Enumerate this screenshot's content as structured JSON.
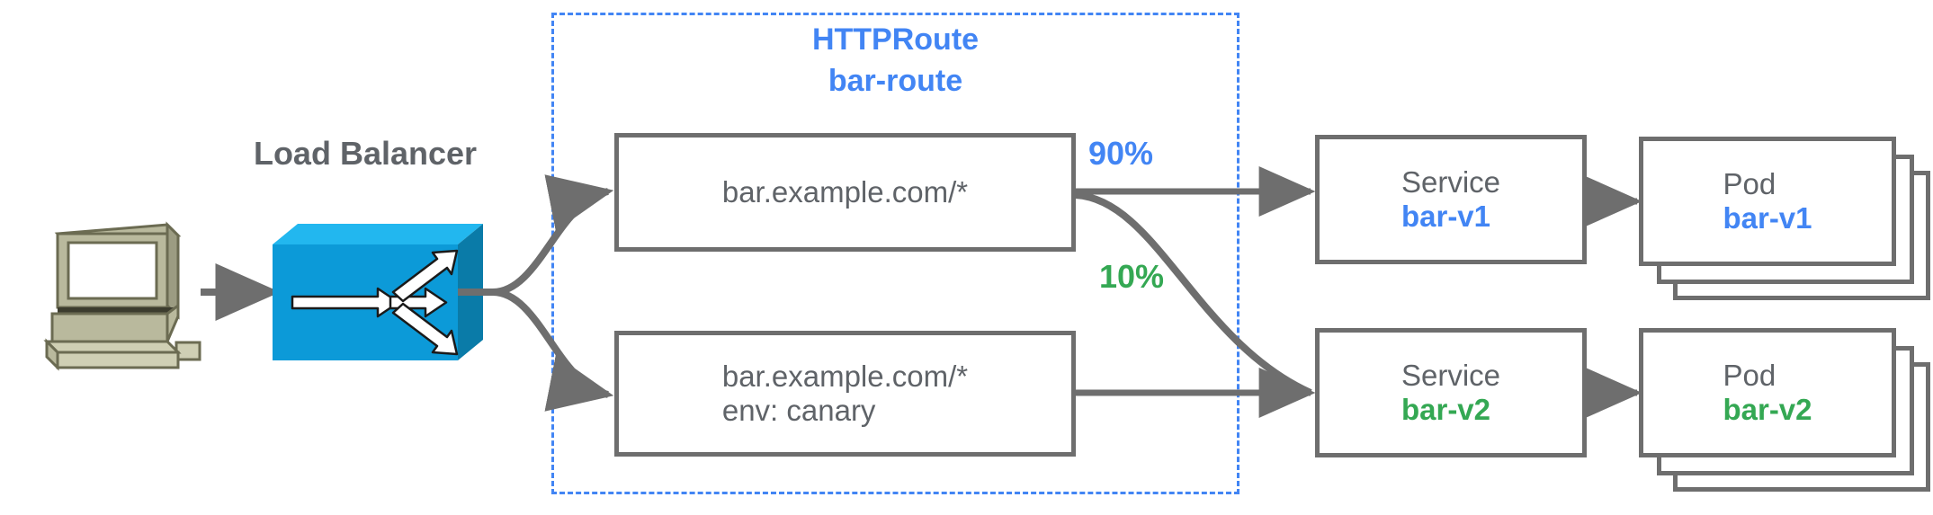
{
  "diagram": {
    "title": "HTTPRoute traffic splitting canary diagram",
    "colors": {
      "blue": "#4285f4",
      "green": "#34a853",
      "gray": "#5f6368",
      "stroke": "#6e6e6e",
      "lb_blue": "#0c9ad8",
      "computer_beige": "#b3b391"
    }
  },
  "client": {
    "icon": "desktop-computer-icon"
  },
  "load_balancer": {
    "label": "Load Balancer",
    "icon": "network-switch-icon"
  },
  "httproute": {
    "kind_label": "HTTPRoute",
    "name_label": "bar-route",
    "rules": [
      {
        "id": "rule-1",
        "lines": [
          "bar.example.com/*"
        ]
      },
      {
        "id": "rule-2",
        "lines": [
          "bar.example.com/*",
          "env: canary"
        ]
      }
    ],
    "weights": [
      {
        "id": "weight-90",
        "label": "90%",
        "color": "#4285f4"
      },
      {
        "id": "weight-10",
        "label": "10%",
        "color": "#34a853"
      }
    ]
  },
  "backends": [
    {
      "id": "backend-v1",
      "service": {
        "kind": "Service",
        "name": "bar-v1",
        "color": "#4285f4"
      },
      "pod": {
        "kind": "Pod",
        "name": "bar-v1",
        "color": "#4285f4",
        "replicas": 3
      }
    },
    {
      "id": "backend-v2",
      "service": {
        "kind": "Service",
        "name": "bar-v2",
        "color": "#34a853"
      },
      "pod": {
        "kind": "Pod",
        "name": "bar-v2",
        "color": "#34a853",
        "replicas": 3
      }
    }
  ]
}
